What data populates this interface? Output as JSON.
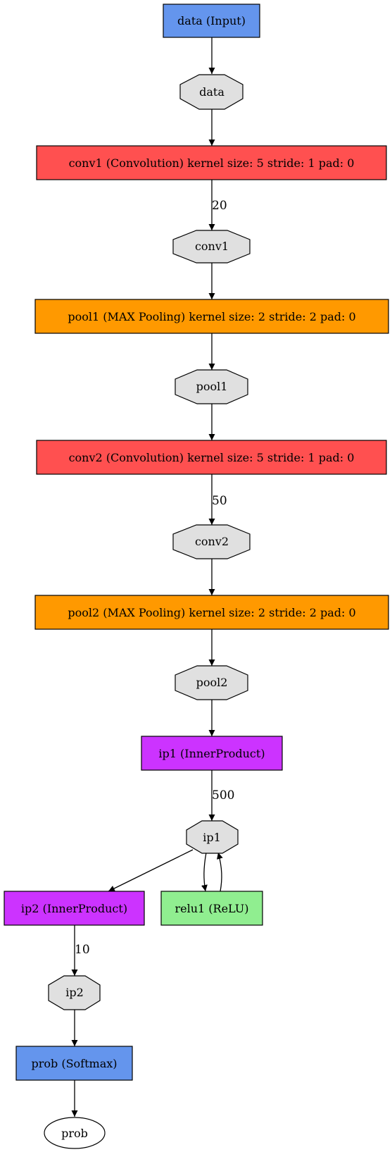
{
  "colors": {
    "input": "#6495ed",
    "convolution": "#ff5050",
    "pooling": "#ff9900",
    "inner_product": "#cc33ff",
    "relu": "#90ee90",
    "blob": "#e0e0e0",
    "output": "#ffffff"
  },
  "nodes": {
    "data_layer": "data (Input)",
    "data_blob": "data",
    "conv1_layer": "conv1 (Convolution) kernel size: 5 stride: 1 pad: 0",
    "conv1_blob": "conv1",
    "pool1_layer": "pool1 (MAX Pooling) kernel size: 2 stride: 2 pad: 0",
    "pool1_blob": "pool1",
    "conv2_layer": "conv2 (Convolution) kernel size: 5 stride: 1 pad: 0",
    "conv2_blob": "conv2",
    "pool2_layer": "pool2 (MAX Pooling) kernel size: 2 stride: 2 pad: 0",
    "pool2_blob": "pool2",
    "ip1_layer": "ip1 (InnerProduct)",
    "ip1_blob": "ip1",
    "relu1_layer": "relu1 (ReLU)",
    "ip2_layer": "ip2 (InnerProduct)",
    "ip2_blob": "ip2",
    "prob_layer": "prob (Softmax)",
    "prob_blob": "prob"
  },
  "edge_labels": {
    "conv1_out": "20",
    "conv2_out": "50",
    "ip1_out": "500",
    "ip2_out": "10"
  }
}
